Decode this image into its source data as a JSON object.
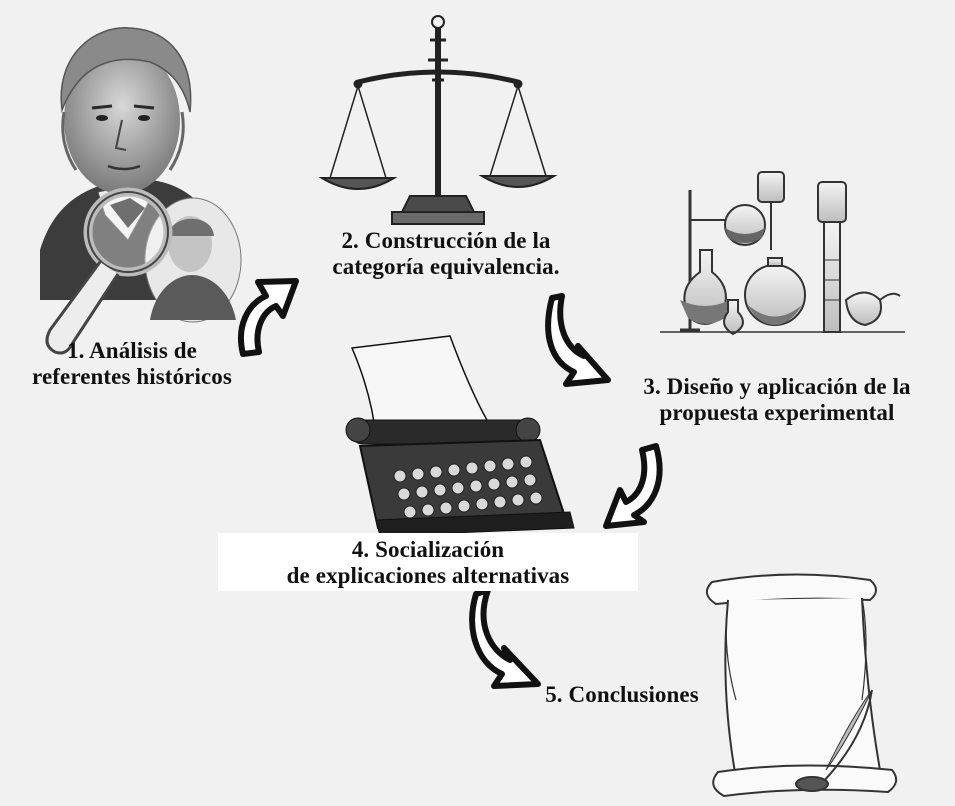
{
  "diagram": {
    "steps": [
      {
        "id": 1,
        "lines": [
          "1. Análisis de",
          "referentes históricos"
        ],
        "image": "portrait-magnifier-illustration"
      },
      {
        "id": 2,
        "lines": [
          "2. Construcción de la",
          "categoría equivalencia."
        ],
        "image": "balance-scale-illustration"
      },
      {
        "id": 3,
        "lines": [
          "3. Diseño y aplicación de la",
          "propuesta experimental"
        ],
        "image": "lab-glassware-illustration"
      },
      {
        "id": 4,
        "lines": [
          "4. Socialización",
          "de explicaciones alternativas"
        ],
        "image": "typewriter-illustration"
      },
      {
        "id": 5,
        "lines": [
          "5. Conclusiones"
        ],
        "image": "scroll-quill-illustration"
      }
    ],
    "arrows": [
      "curved-arrow-1-to-2",
      "curved-arrow-2-to-3",
      "curved-arrow-3-to-4",
      "curved-arrow-4-to-5"
    ],
    "colors": {
      "background": "#f1f1f1",
      "text": "#111111",
      "ink": "#1a1a1a"
    }
  }
}
